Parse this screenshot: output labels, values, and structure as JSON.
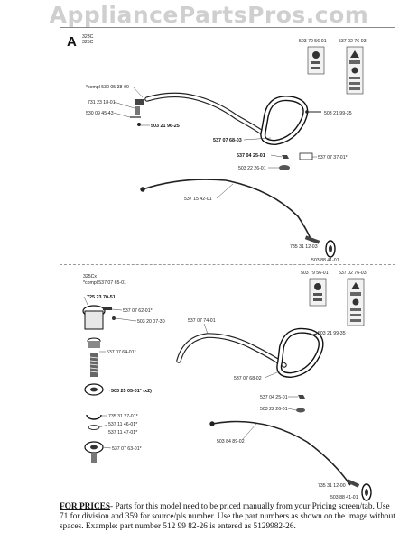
{
  "watermark": "AppliancePartsPros.com",
  "section_a": {
    "letter": "A",
    "models": [
      "323C",
      "325C"
    ],
    "labels": {
      "l1": "503 79 56-01",
      "l2": "537 02 76-03",
      "l3": "*compl 530 05 38-00",
      "l4": "731 23 18-01",
      "l5": "530 09 45-43",
      "l6": "503 21 96-25",
      "l7": "503 21 99-35",
      "l8": "537 07 68-03",
      "l9": "537 04 25-01",
      "l10": "537 07 37-01*",
      "l11": "503 22 26-01",
      "l12": "537 15 42-01",
      "l13": "735 31 12-03",
      "l14": "503 88 41-01"
    }
  },
  "section_b": {
    "models": "325Cx",
    "compl": "*compl 537 07 65-01",
    "labels": {
      "l1": "503 79 56-01",
      "l2": "537 02 76-03",
      "l3": "725 23 70-51",
      "l4": "537 07 62-01*",
      "l5": "503 20 07-30",
      "l6": "537 07 74-01",
      "l7": "503 21 99-35",
      "l8": "537 07 64-01*",
      "l9": "537 07 68-02",
      "l10": "503 25 05-01* (x2)",
      "l11": "537 04 25-01",
      "l12": "503 22 26-01",
      "l13": "735 31 27-01*",
      "l14": "537 11 46-01*",
      "l15": "537 11 47-01*",
      "l16": "503 84 89-02",
      "l17": "537 07 63-01*",
      "l18": "735 31 12-00",
      "l19": "503 88 41-01"
    }
  },
  "footer": {
    "lead": "FOR PRICES",
    "text": "- Parts for this model need to be priced manually from your Pricing screen/tab. Use 71 for division and 359 for source/pls number.  Use the part numbers as shown on the image without spaces. Example: part number 512 99 82-26 is entered as 5129982-26."
  }
}
